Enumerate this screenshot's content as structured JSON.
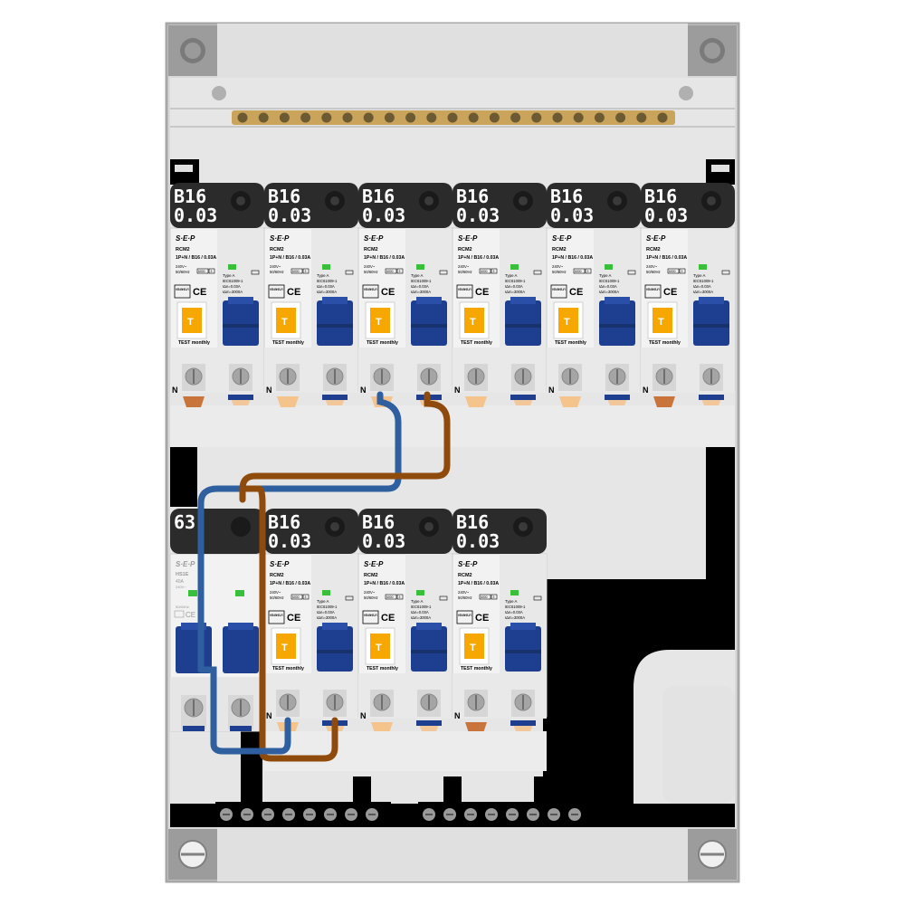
{
  "colors": {
    "enclosure": "#d8d8d8",
    "enclosure_border": "#a8a8a8",
    "breaker_body": "#f2f2f2",
    "label_plate": "#2b2b2b",
    "toggle": "#1e3f8f",
    "test_button": "#f7a800",
    "indicator": "#39c03a",
    "wire_blue": "#2f5f9f",
    "wire_brown": "#8f4b0c",
    "busbar": "#caa45a",
    "black_rail": "#000000"
  },
  "top_row": [
    {
      "rating": "B16",
      "sensitivity": "0.03",
      "brand": "S·E·P",
      "model": "RCM2",
      "spec": "1P+N / B16 / 0.03A",
      "voltage": "240V~",
      "freq": "50/60Hz",
      "type": "Type A",
      "std": "IEC61009-1",
      "idn": "IΔn=0.03A",
      "icn": "IΔm=3000A",
      "cap": "6000",
      "class": "3",
      "test": "TEST monthly",
      "neutral": "N",
      "test_symbol": "T",
      "kema": "KEMA KEUR",
      "ce": "CE"
    },
    {
      "rating": "B16",
      "sensitivity": "0.03",
      "brand": "S·E·P",
      "model": "RCM2",
      "spec": "1P+N / B16 / 0.03A",
      "voltage": "240V~",
      "freq": "50/60Hz",
      "type": "Type A",
      "std": "IEC61009-1",
      "idn": "IΔn=0.03A",
      "icn": "IΔm=3000A",
      "cap": "6000",
      "class": "3",
      "test": "TEST monthly",
      "neutral": "N",
      "test_symbol": "T",
      "kema": "KEMA KEUR",
      "ce": "CE"
    },
    {
      "rating": "B16",
      "sensitivity": "0.03",
      "brand": "S·E·P",
      "model": "RCM2",
      "spec": "1P+N / B16 / 0.03A",
      "voltage": "240V~",
      "freq": "50/60Hz",
      "type": "Type A",
      "std": "IEC61009-1",
      "idn": "IΔn=0.03A",
      "icn": "IΔm=3000A",
      "cap": "6000",
      "class": "3",
      "test": "TEST monthly",
      "neutral": "N",
      "test_symbol": "T",
      "kema": "KEMA KEUR",
      "ce": "CE"
    },
    {
      "rating": "B16",
      "sensitivity": "0.03",
      "brand": "S·E·P",
      "model": "RCM2",
      "spec": "1P+N / B16 / 0.03A",
      "voltage": "240V~",
      "freq": "50/60Hz",
      "type": "Type A",
      "std": "IEC61009-1",
      "idn": "IΔn=0.03A",
      "icn": "IΔm=3000A",
      "cap": "6000",
      "class": "3",
      "test": "TEST monthly",
      "neutral": "N",
      "test_symbol": "T",
      "kema": "KEMA KEUR",
      "ce": "CE"
    },
    {
      "rating": "B16",
      "sensitivity": "0.03",
      "brand": "S·E·P",
      "model": "RCM2",
      "spec": "1P+N / B16 / 0.03A",
      "voltage": "240V~",
      "freq": "50/60Hz",
      "type": "Type A",
      "std": "IEC61009-1",
      "idn": "IΔn=0.03A",
      "icn": "IΔm=3000A",
      "cap": "6000",
      "class": "3",
      "test": "TEST monthly",
      "neutral": "N",
      "test_symbol": "T",
      "kema": "KEMA KEUR",
      "ce": "CE"
    },
    {
      "rating": "B16",
      "sensitivity": "0.03",
      "brand": "S·E·P",
      "model": "RCM2",
      "spec": "1P+N / B16 / 0.03A",
      "voltage": "240V~",
      "freq": "50/60Hz",
      "type": "Type A",
      "std": "IEC61009-1",
      "idn": "IΔn=0.03A",
      "icn": "IΔm=3000A",
      "cap": "6000",
      "class": "3",
      "test": "TEST monthly",
      "neutral": "N",
      "test_symbol": "T",
      "kema": "KEMA KEUR",
      "ce": "CE"
    }
  ],
  "main_switch": {
    "rating": "63",
    "brand": "S·E·P",
    "model": "HS1E",
    "current": "40A",
    "voltage": "240V~",
    "freq": "50/60Hz",
    "ce": "CE"
  },
  "bottom_row": [
    {
      "rating": "B16",
      "sensitivity": "0.03",
      "brand": "S·E·P",
      "model": "RCM2",
      "spec": "1P+N / B16 / 0.03A",
      "voltage": "240V~",
      "freq": "50/60Hz",
      "type": "Type A",
      "std": "IEC61009-1",
      "idn": "IΔn=0.03A",
      "icn": "IΔm=3000A",
      "cap": "6000",
      "class": "3",
      "test": "TEST monthly",
      "neutral": "N",
      "test_symbol": "T",
      "kema": "KEMA KEUR",
      "ce": "CE"
    },
    {
      "rating": "B16",
      "sensitivity": "0.03",
      "brand": "S·E·P",
      "model": "RCM2",
      "spec": "1P+N / B16 / 0.03A",
      "voltage": "240V~",
      "freq": "50/60Hz",
      "type": "Type A",
      "std": "IEC61009-1",
      "idn": "IΔn=0.03A",
      "icn": "IΔm=3000A",
      "cap": "6000",
      "class": "3",
      "test": "TEST monthly",
      "neutral": "N",
      "test_symbol": "T",
      "kema": "KEMA KEUR",
      "ce": "CE"
    },
    {
      "rating": "B16",
      "sensitivity": "0.03",
      "brand": "S·E·P",
      "model": "RCM2",
      "spec": "1P+N / B16 / 0.03A",
      "voltage": "240V~",
      "freq": "50/60Hz",
      "type": "Type A",
      "std": "IEC61009-1",
      "idn": "IΔn=0.03A",
      "icn": "IΔm=3000A",
      "cap": "6000",
      "class": "3",
      "test": "TEST monthly",
      "neutral": "N",
      "test_symbol": "T",
      "kema": "KEMA KEUR",
      "ce": "CE"
    }
  ]
}
